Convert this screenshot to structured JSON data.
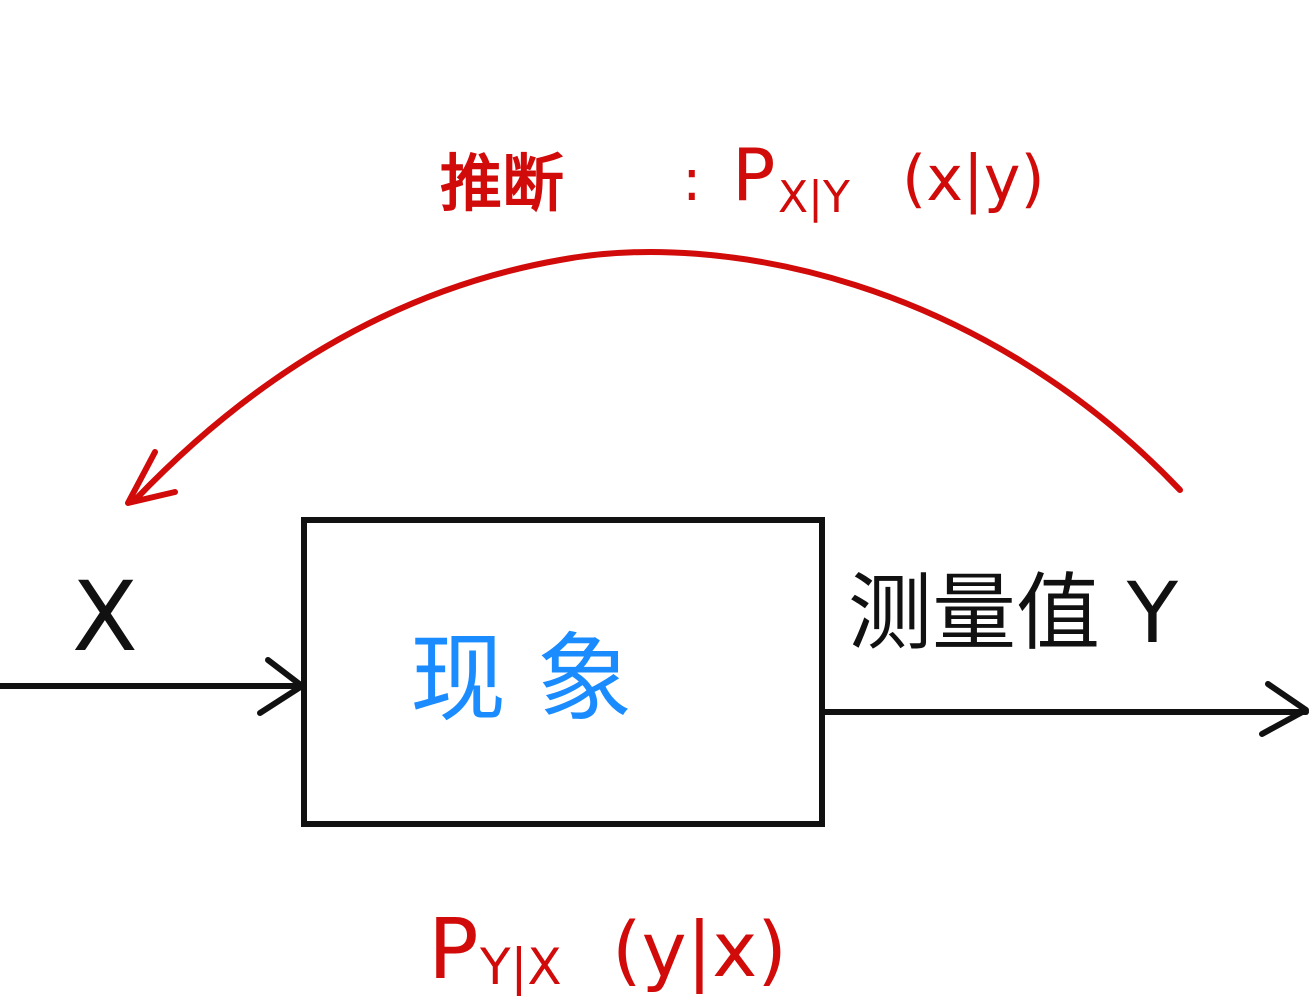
{
  "diagram": {
    "inference_label": "推断：P<sub>X|Y</sub>(x|y)",
    "inference_prefix": "推断",
    "inference_colon": ":",
    "inference_p": "P",
    "inference_sub": "X|Y",
    "inference_args": "(x|y)",
    "input_label": "X",
    "box_label": "现 象",
    "output_label": "测量值 Y",
    "likelihood_p": "P",
    "likelihood_sub": "Y|X",
    "likelihood_args": "(y|x)"
  },
  "colors": {
    "ink": "#111111",
    "inference": "#d10a0a",
    "phenomenon": "#1a8cff"
  }
}
